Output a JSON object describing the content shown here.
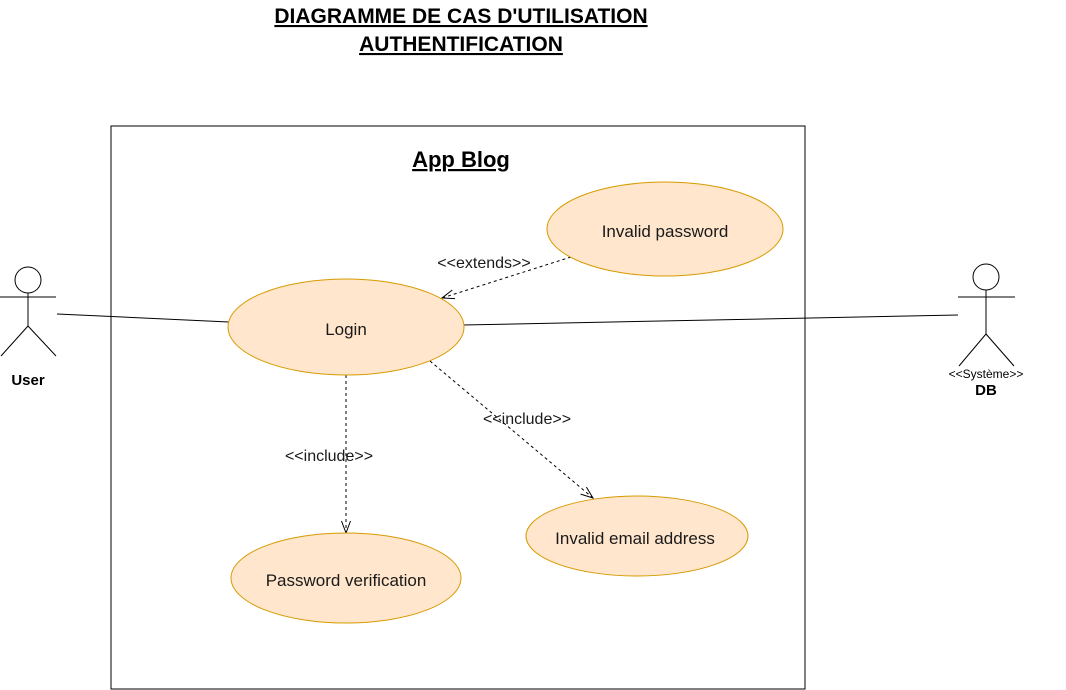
{
  "diagram": {
    "title_line1": "DIAGRAMME DE CAS D'UTILISATION",
    "title_line2": "AUTHENTIFICATION",
    "system_boundary": {
      "name": "App Blog"
    },
    "actors": {
      "user": {
        "name": "User"
      },
      "db": {
        "stereotype": "<<Système>>",
        "name": "DB"
      }
    },
    "use_cases": {
      "login": "Login",
      "invalid_password": "Invalid password",
      "password_verification": "Password verification",
      "invalid_email": "Invalid email address"
    },
    "relationships": {
      "extends": "<<extends>>",
      "include_password": "<<include>>",
      "include_email": "<<include>>"
    },
    "colors": {
      "usecase_fill": "#ffe6cc",
      "usecase_stroke": "#d79b00",
      "line": "#000000",
      "background": "#ffffff"
    }
  }
}
